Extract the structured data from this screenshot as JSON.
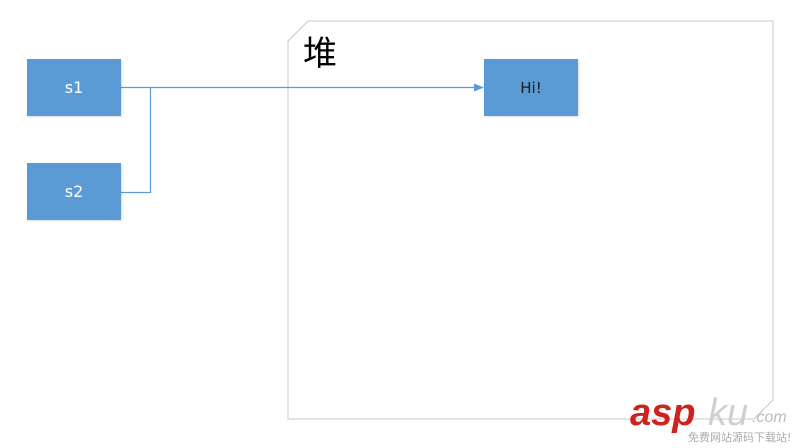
{
  "heap": {
    "title": "堆"
  },
  "nodes": {
    "s1": "s1",
    "s2": "s2",
    "hi": "Hi!"
  },
  "colors": {
    "node_fill": "#5b9bd5",
    "line": "#5b9bd5",
    "frame": "#c8c8c8",
    "watermark_red": "#d0221d"
  },
  "watermark": {
    "asp": "asp",
    "ku": "ku",
    "com": ".com",
    "subtitle": "免费网站源码下载站!"
  }
}
